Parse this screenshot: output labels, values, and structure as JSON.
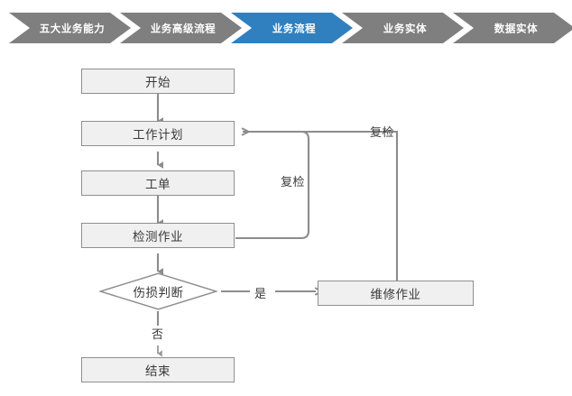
{
  "breadcrumb": {
    "accent_active": "#3080c0",
    "accent_inactive": "#7f7f7f",
    "text_color": "#ffffff",
    "steps": [
      {
        "label": "五大业务能力",
        "active": false
      },
      {
        "label": "业务高级流程",
        "active": false
      },
      {
        "label": "业务流程",
        "active": true
      },
      {
        "label": "业务实体",
        "active": false
      },
      {
        "label": "数据实体",
        "active": false
      }
    ]
  },
  "flowchart": {
    "node_fill": "#f0f0f0",
    "node_border": "#8f8f8f",
    "connector_color": "#8c8c8c",
    "nodes": [
      {
        "id": "start",
        "label": "开始",
        "shape": "rect"
      },
      {
        "id": "work-plan",
        "label": "工作计划",
        "shape": "rect"
      },
      {
        "id": "work-order",
        "label": "工单",
        "shape": "rect"
      },
      {
        "id": "inspection-task",
        "label": "检测作业",
        "shape": "rect"
      },
      {
        "id": "damage-decision",
        "label": "伤损判断",
        "shape": "diamond"
      },
      {
        "id": "repair-task",
        "label": "维修作业",
        "shape": "rect"
      },
      {
        "id": "end",
        "label": "结束",
        "shape": "rect"
      }
    ],
    "edge_labels": [
      {
        "id": "reinspect-inner",
        "label": "复检"
      },
      {
        "id": "reinspect-outer",
        "label": "复检"
      },
      {
        "id": "decision-yes",
        "label": "是"
      },
      {
        "id": "decision-no",
        "label": "否"
      }
    ]
  }
}
